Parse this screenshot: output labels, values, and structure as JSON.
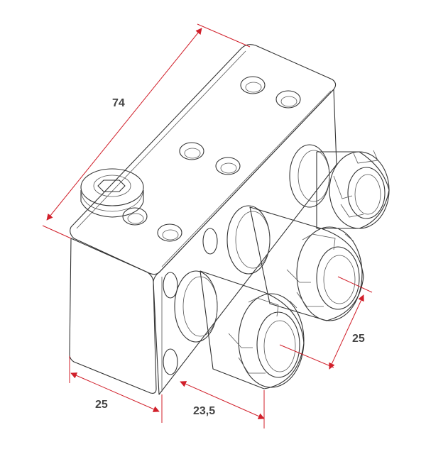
{
  "dimensions": {
    "length": "74",
    "width": "25",
    "spacing": "23,5",
    "pitch": "25"
  },
  "colors": {
    "dimension_line": "#d11f2a",
    "outline": "#333333",
    "label": "#444444"
  }
}
